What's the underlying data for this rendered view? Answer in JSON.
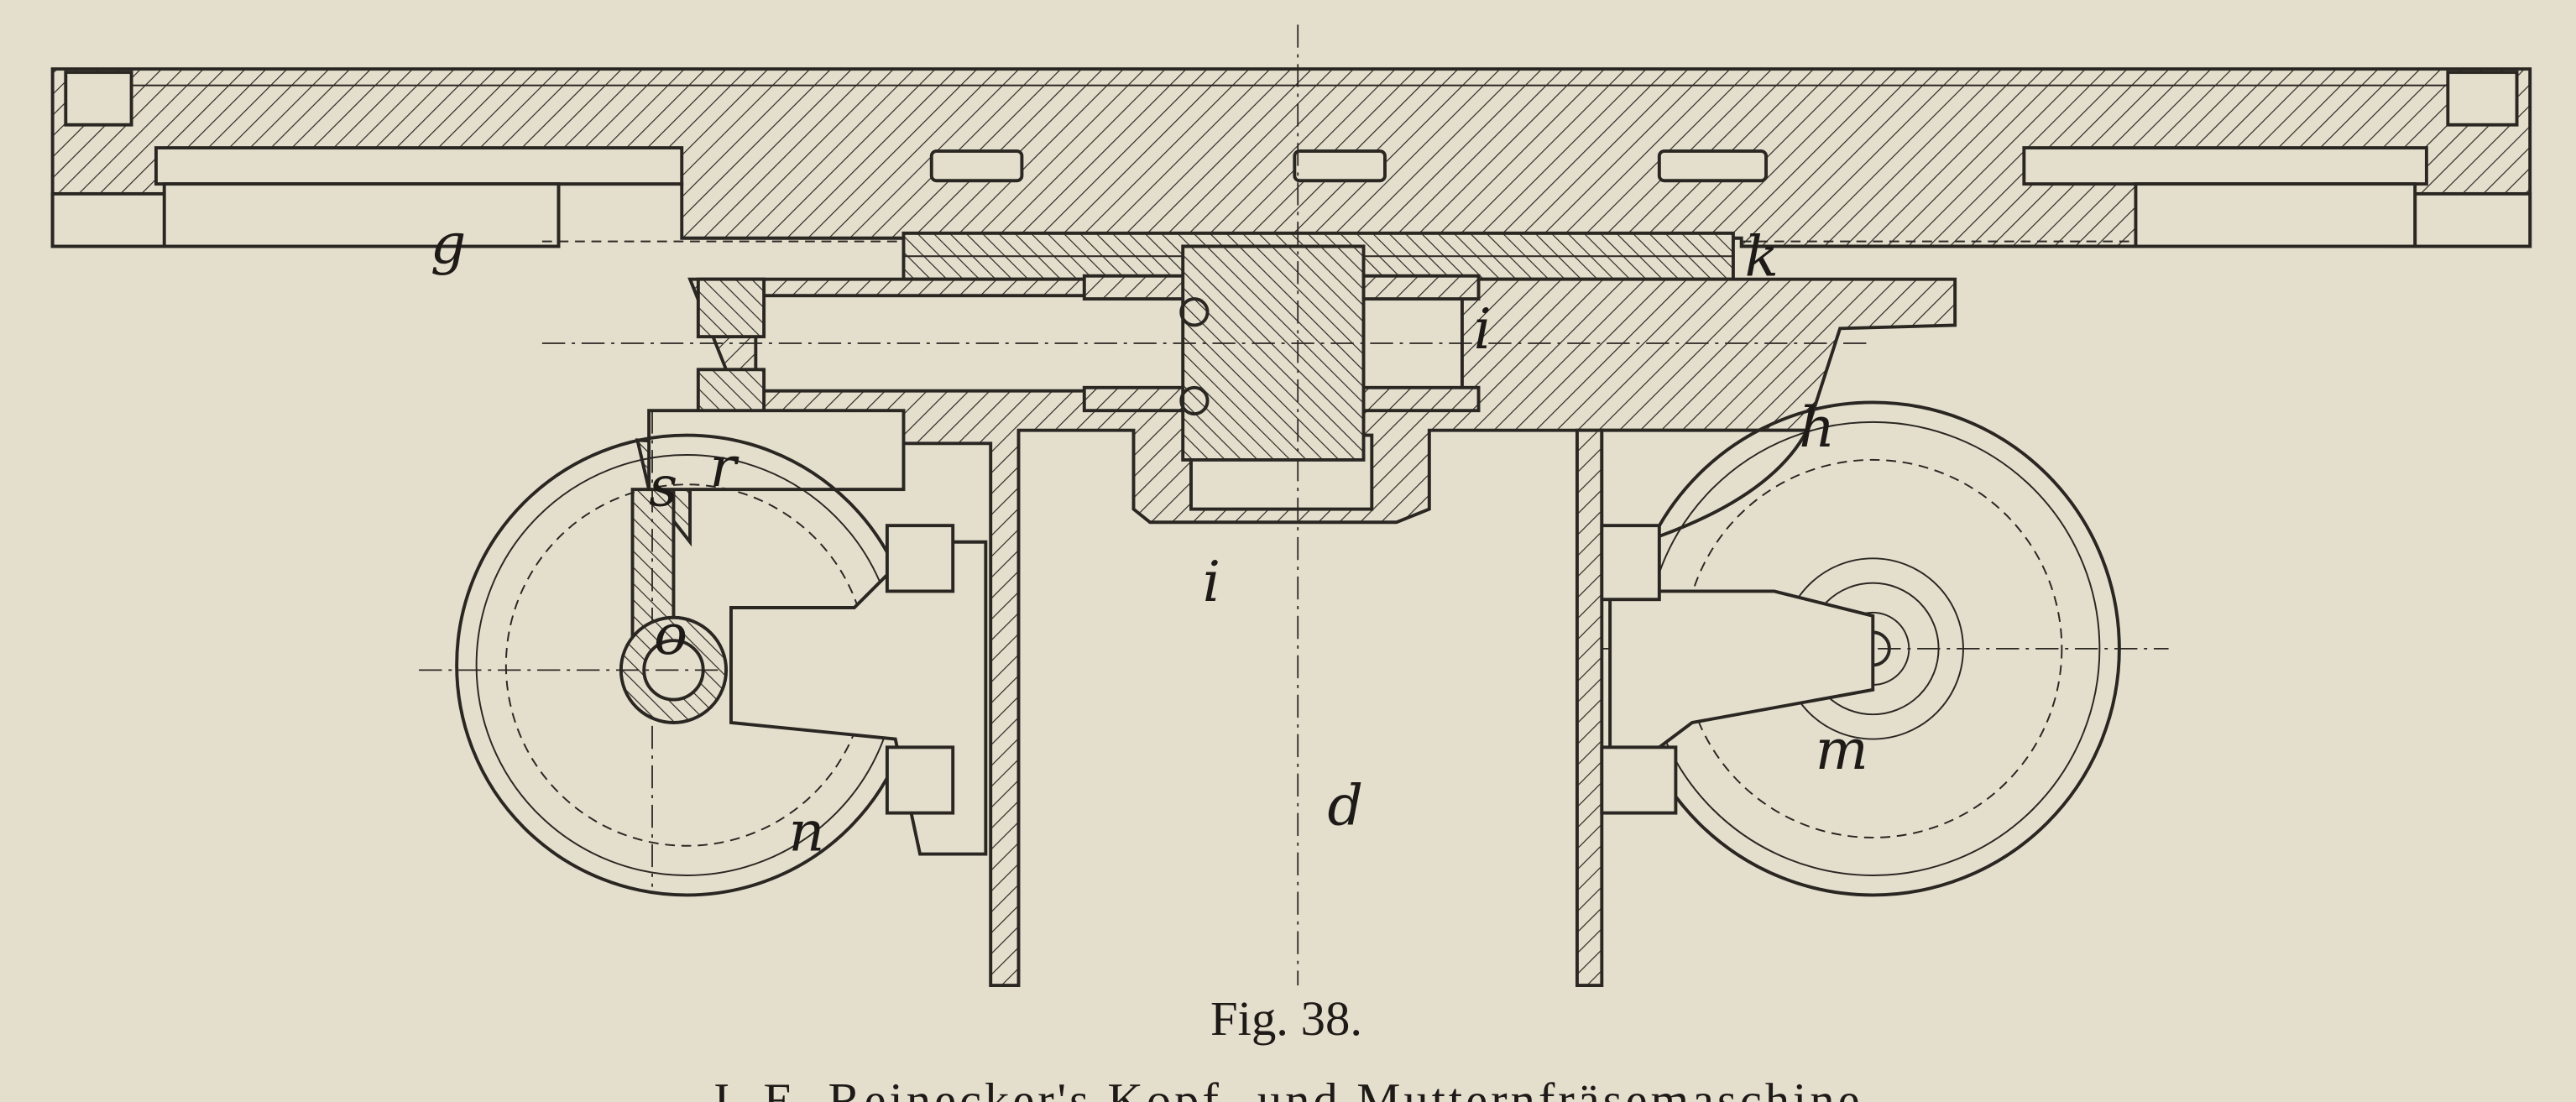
{
  "figure": {
    "number_label": "Fig. 38.",
    "caption": "J. E. Reinecker's Kopf- und Mutternfräsemaschine"
  },
  "part_labels": {
    "g": "g",
    "s": "s",
    "r": "r",
    "i_shaft": "i",
    "k": "k",
    "h": "h",
    "i_housing": "i",
    "o": "o",
    "m": "m",
    "n": "n",
    "d": "d"
  },
  "colors": {
    "paper": "#e4dfcd",
    "ink": "#2a2622"
  }
}
